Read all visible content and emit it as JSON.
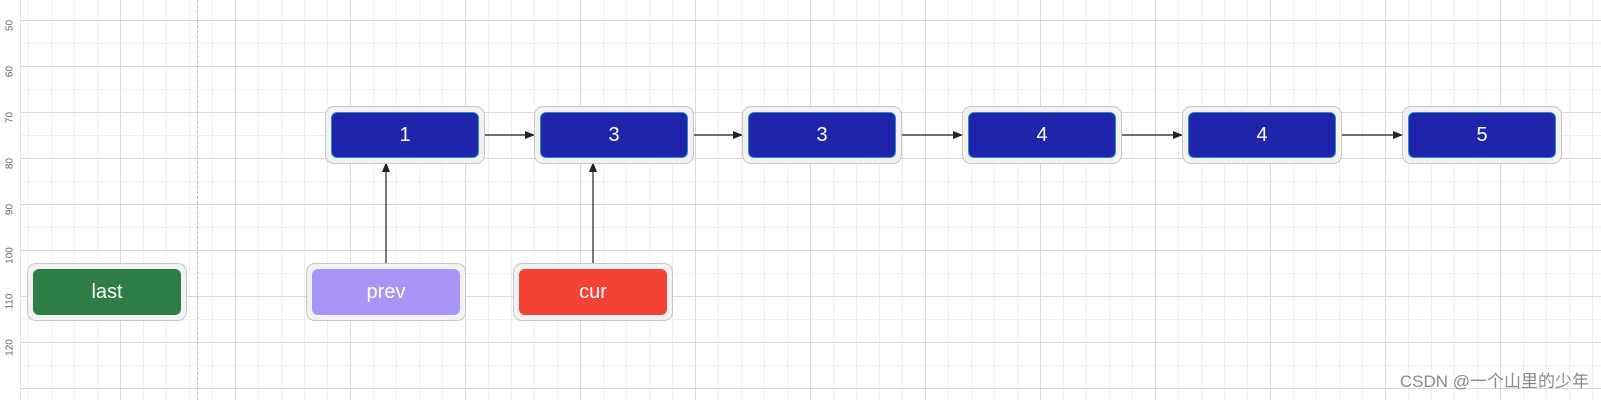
{
  "ruler": {
    "ticks": [
      "50",
      "60",
      "70",
      "80",
      "90",
      "100",
      "110",
      "120"
    ]
  },
  "list_nodes": [
    {
      "id": "n1",
      "value": "1"
    },
    {
      "id": "n2",
      "value": "3"
    },
    {
      "id": "n3",
      "value": "3"
    },
    {
      "id": "n4",
      "value": "4"
    },
    {
      "id": "n5",
      "value": "4"
    },
    {
      "id": "n6",
      "value": "5"
    }
  ],
  "pointers": [
    {
      "id": "last",
      "label": "last",
      "color": "#2e7d46",
      "target": null
    },
    {
      "id": "prev",
      "label": "prev",
      "color": "#a995f5",
      "target": "n1"
    },
    {
      "id": "cur",
      "label": "cur",
      "color": "#f44336",
      "target": "n2"
    }
  ],
  "edges": [
    [
      "n1",
      "n2"
    ],
    [
      "n2",
      "n3"
    ],
    [
      "n3",
      "n4"
    ],
    [
      "n4",
      "n5"
    ],
    [
      "n5",
      "n6"
    ]
  ],
  "colors": {
    "node_fill": "#1f25ab",
    "node_border": "#2e8ec0",
    "arrow": "#222222"
  },
  "watermark": "CSDN @一个山里的少年"
}
